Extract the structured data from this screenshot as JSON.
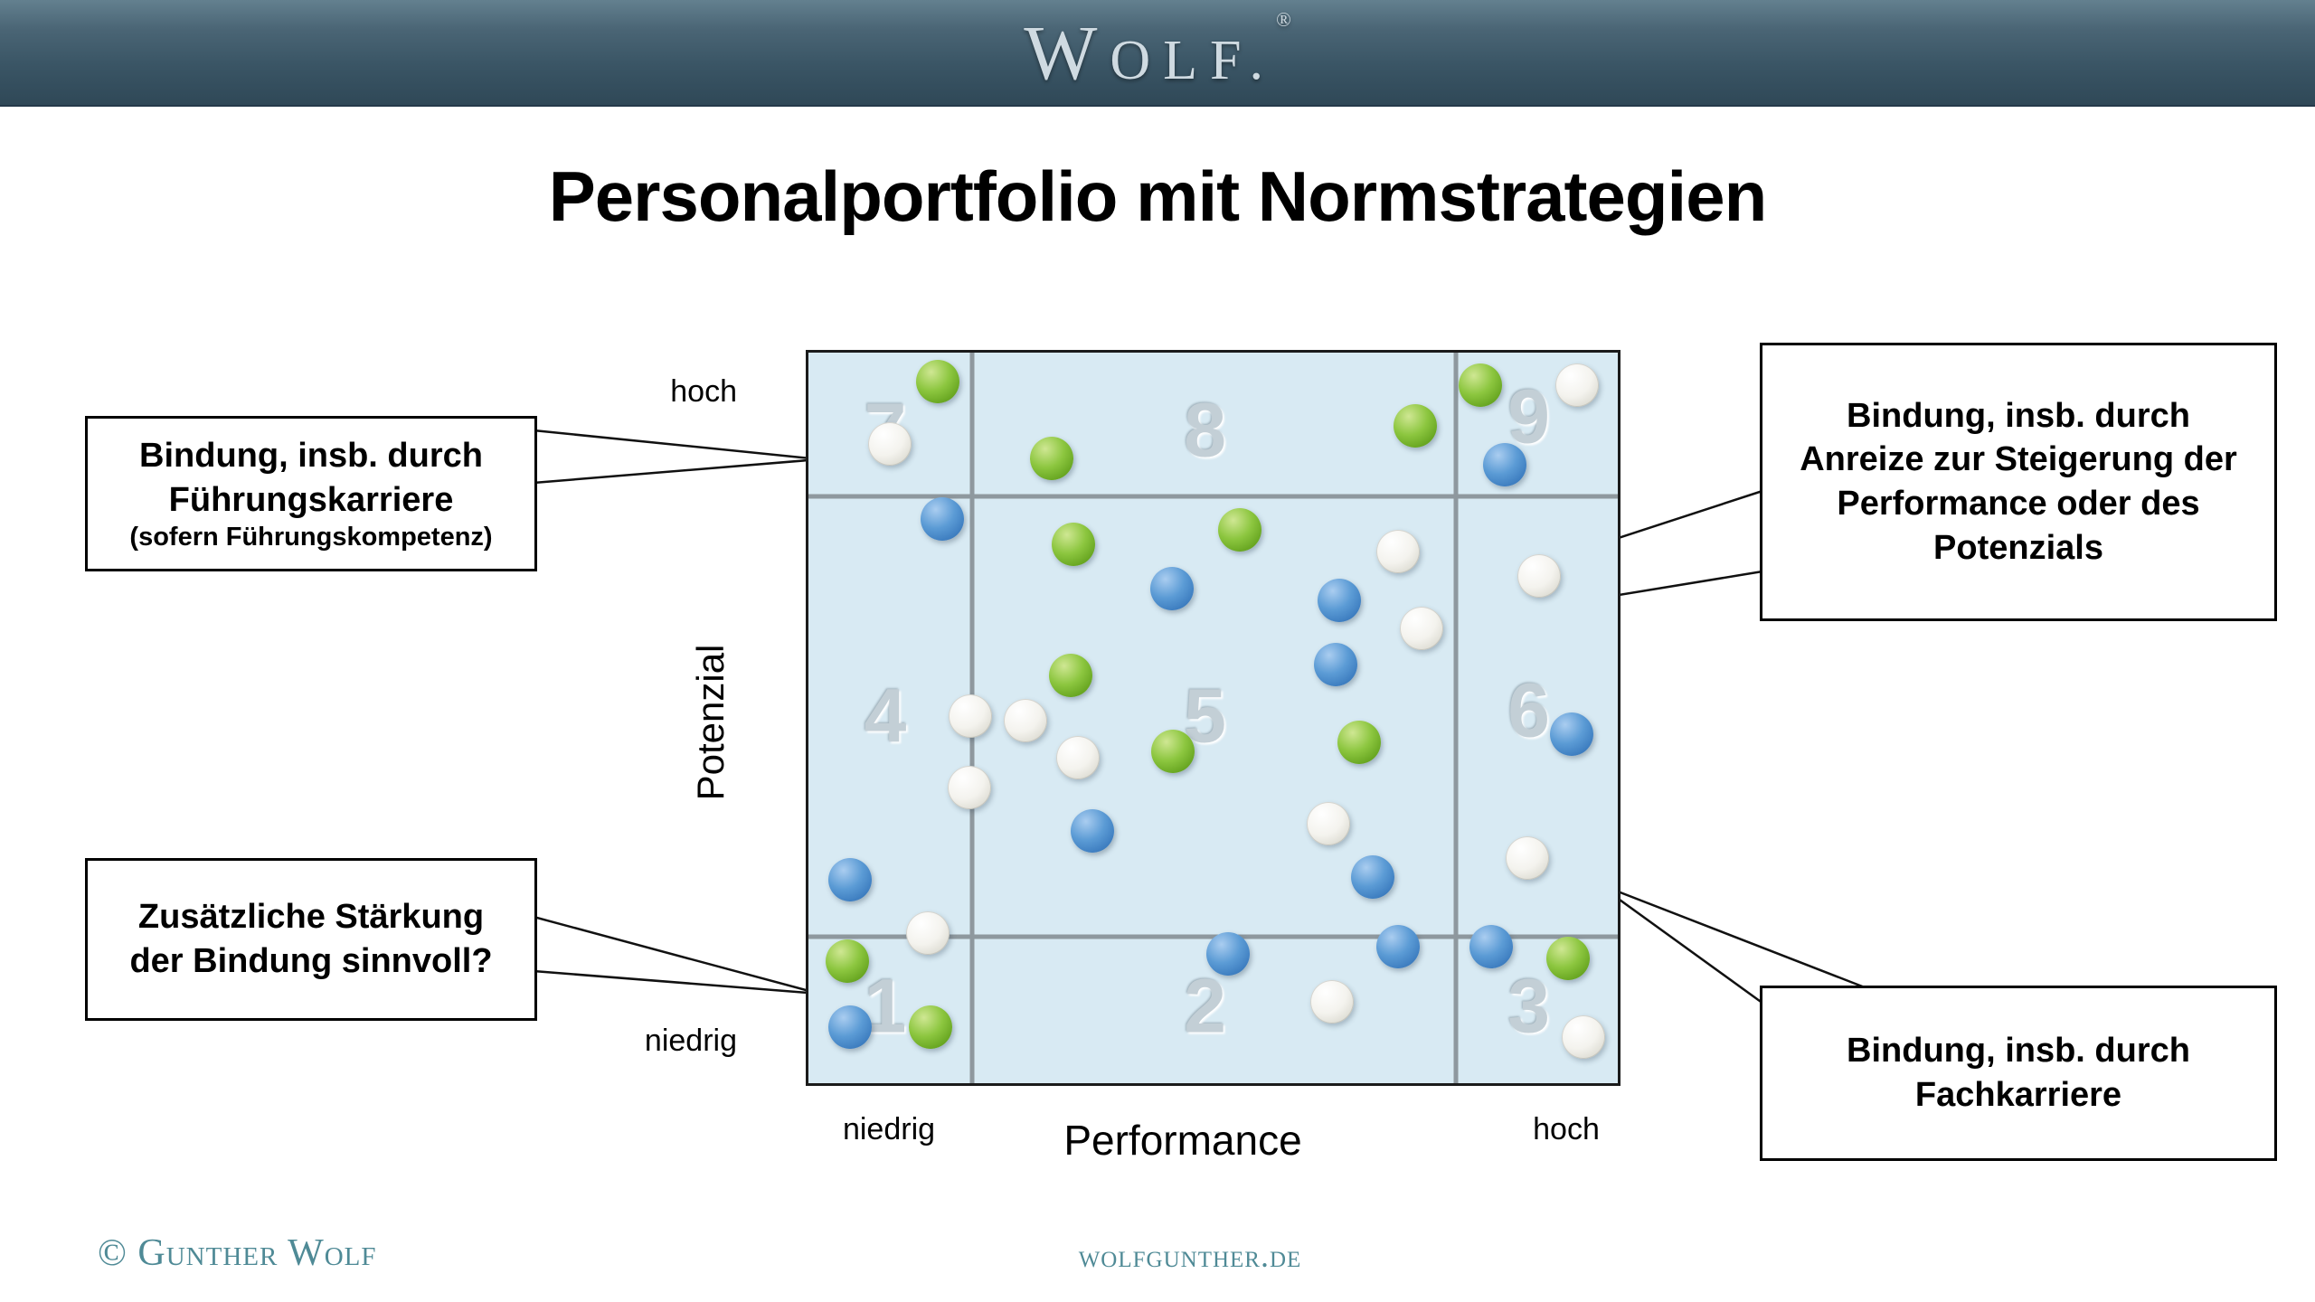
{
  "header": {
    "logo_main": "W",
    "logo_rest": "OLF.",
    "logo_reg": "®"
  },
  "title": "Personalportfolio mit Normstrategien",
  "callouts": {
    "fuehrungskarriere": {
      "text": "Bindung, insb. durch Führungskarriere",
      "note": "(sofern Führungskompetenz)"
    },
    "staerkung": {
      "text": "Zusätzliche Stärkung der Bindung sinnvoll?"
    },
    "anreize": {
      "text": "Bindung, insb. durch Anreize zur Steigerung der Performance oder des Potenzials"
    },
    "fachkarriere": {
      "text": "Bindung, insb. durch Fachkarriere"
    }
  },
  "axes": {
    "y_label": "Potenzial",
    "y_high": "hoch",
    "y_low": "niedrig",
    "x_label": "Performance",
    "x_low": "niedrig",
    "x_high": "hoch"
  },
  "footer": {
    "copyright": "© Gunther Wolf",
    "website": "wolfgunther.de"
  },
  "chart_data": {
    "type": "scatter",
    "title": "Personalportfolio mit Normstrategien",
    "xlabel": "Performance",
    "ylabel": "Potenzial",
    "x_tick_labels": [
      "niedrig",
      "hoch"
    ],
    "y_tick_labels": [
      "niedrig",
      "hoch"
    ],
    "grid": "3x3 portfolio matrix, outer bands at 20% of each axis",
    "grid_col_fractions": [
      0.202,
      0.8
    ],
    "grid_row_fractions": [
      0.197,
      0.8
    ],
    "quadrants": [
      {
        "label": "1",
        "x": 0.095,
        "y": 0.895
      },
      {
        "label": "2",
        "x": 0.49,
        "y": 0.895
      },
      {
        "label": "3",
        "x": 0.89,
        "y": 0.895
      },
      {
        "label": "4",
        "x": 0.095,
        "y": 0.497
      },
      {
        "label": "5",
        "x": 0.49,
        "y": 0.497
      },
      {
        "label": "6",
        "x": 0.89,
        "y": 0.49
      },
      {
        "label": "7",
        "x": 0.095,
        "y": 0.107
      },
      {
        "label": "8",
        "x": 0.49,
        "y": 0.107
      },
      {
        "label": "9",
        "x": 0.89,
        "y": 0.088
      }
    ],
    "series": [
      {
        "name": "green",
        "color": "#76b82a",
        "points": [
          [
            0.16,
            0.04
          ],
          [
            0.3,
            0.145
          ],
          [
            0.75,
            0.1
          ],
          [
            0.83,
            0.044
          ],
          [
            0.327,
            0.262
          ],
          [
            0.533,
            0.242
          ],
          [
            0.324,
            0.442
          ],
          [
            0.45,
            0.546
          ],
          [
            0.68,
            0.534
          ],
          [
            0.048,
            0.833
          ],
          [
            0.938,
            0.829
          ],
          [
            0.151,
            0.923
          ]
        ]
      },
      {
        "name": "blue",
        "color": "#4a8fd4",
        "points": [
          [
            0.86,
            0.153
          ],
          [
            0.165,
            0.228
          ],
          [
            0.449,
            0.323
          ],
          [
            0.656,
            0.339
          ],
          [
            0.651,
            0.427
          ],
          [
            0.943,
            0.522
          ],
          [
            0.351,
            0.655
          ],
          [
            0.051,
            0.722
          ],
          [
            0.697,
            0.718
          ],
          [
            0.728,
            0.813
          ],
          [
            0.844,
            0.813
          ],
          [
            0.518,
            0.823
          ],
          [
            0.051,
            0.923
          ]
        ]
      },
      {
        "name": "white",
        "color": "#f2f1ea",
        "points": [
          [
            0.1,
            0.125
          ],
          [
            0.95,
            0.044
          ],
          [
            0.728,
            0.272
          ],
          [
            0.903,
            0.306
          ],
          [
            0.757,
            0.377
          ],
          [
            0.2,
            0.498
          ],
          [
            0.268,
            0.504
          ],
          [
            0.333,
            0.554
          ],
          [
            0.199,
            0.595
          ],
          [
            0.643,
            0.645
          ],
          [
            0.888,
            0.692
          ],
          [
            0.147,
            0.794
          ],
          [
            0.647,
            0.889
          ],
          [
            0.958,
            0.937
          ]
        ]
      }
    ]
  }
}
